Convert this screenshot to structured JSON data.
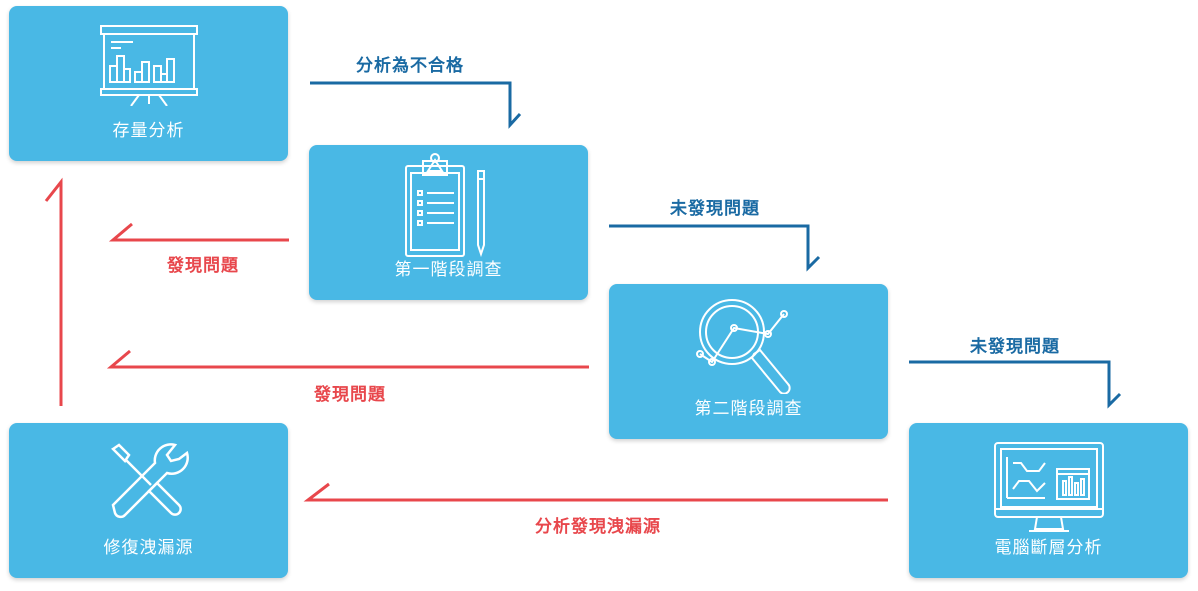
{
  "colors": {
    "box": "#49b8e5",
    "pass_arrow": "#1a6aa3",
    "issue_arrow": "#e8474c"
  },
  "nodes": [
    {
      "id": "inventory",
      "label": "存量分析",
      "icon": "presentation-chart-icon"
    },
    {
      "id": "stage1",
      "label": "第一階段調查",
      "icon": "clipboard-checklist-icon"
    },
    {
      "id": "stage2",
      "label": "第二階段調查",
      "icon": "magnifier-analytics-icon"
    },
    {
      "id": "forensics",
      "label": "電腦斷層分析",
      "icon": "monitor-dashboard-icon"
    },
    {
      "id": "repair",
      "label": "修復洩漏源",
      "icon": "wrench-screwdriver-icon"
    }
  ],
  "edges": [
    {
      "from": "inventory",
      "to": "stage1",
      "label": "分析為不合格",
      "type": "pass"
    },
    {
      "from": "stage1",
      "to": "stage2",
      "label": "未發現問題",
      "type": "pass"
    },
    {
      "from": "stage2",
      "to": "forensics",
      "label": "未發現問題",
      "type": "pass"
    },
    {
      "from": "stage1",
      "to": "repair",
      "label": "發現問題",
      "type": "issue"
    },
    {
      "from": "stage2",
      "to": "repair",
      "label": "發現問題",
      "type": "issue"
    },
    {
      "from": "forensics",
      "to": "repair",
      "label": "分析發現洩漏源",
      "type": "issue"
    },
    {
      "from": "repair",
      "to": "inventory",
      "label": "",
      "type": "issue"
    }
  ]
}
